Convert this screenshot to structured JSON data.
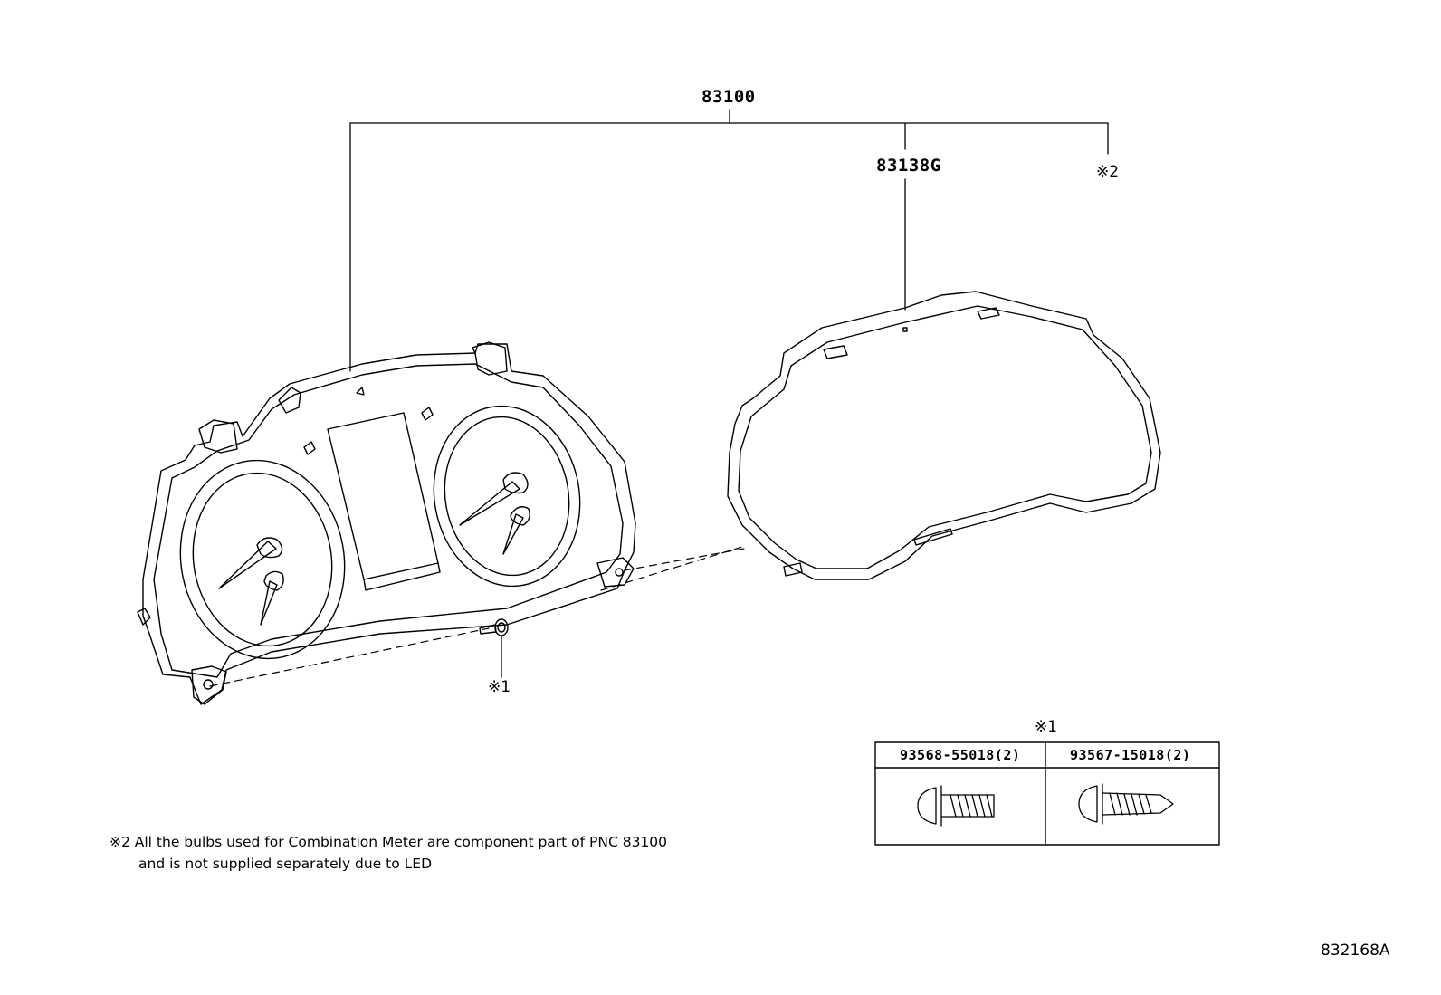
{
  "labels": {
    "assembly": "83100",
    "glass": "83138G",
    "ref2": "※2",
    "ref1": "※1"
  },
  "table": {
    "title": "※1",
    "parts": [
      "93568-55018(2)",
      "93567-15018(2)"
    ]
  },
  "note": {
    "line1": "※2 All the bulbs used for Combination Meter are component part of PNC 83100",
    "line2": "and is not supplied separately due to LED"
  },
  "diagram_code": "832168A"
}
